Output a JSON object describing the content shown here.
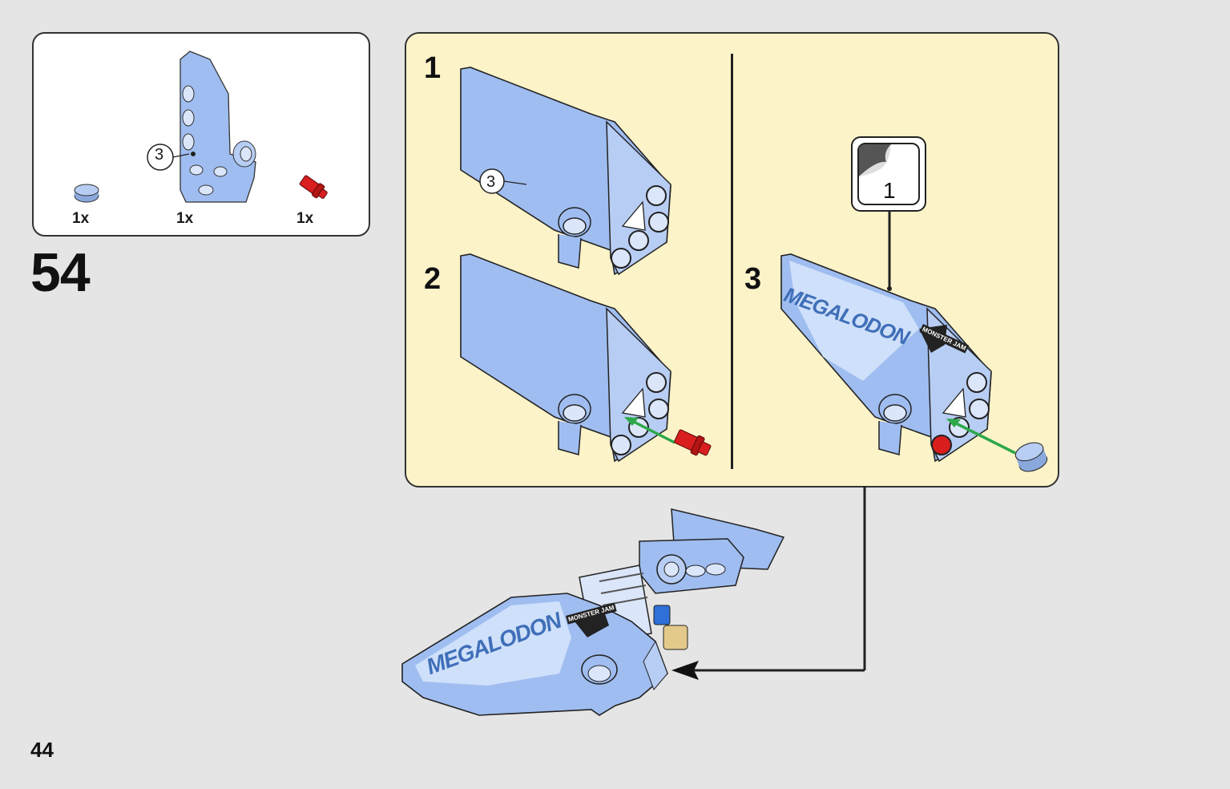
{
  "parts": [
    {
      "name": "round-tile",
      "qty": "1x"
    },
    {
      "name": "panel",
      "qty": "1x"
    },
    {
      "name": "pin",
      "qty": "1x"
    }
  ],
  "parts_callout_label": "3",
  "step": {
    "number": "54",
    "page": "44"
  },
  "substeps": [
    {
      "num": "1",
      "callout": "3"
    },
    {
      "num": "2"
    },
    {
      "num": "3",
      "sticker": "1"
    }
  ],
  "brand_text": "MEGALODON",
  "logo_text": "MONSTER JAM",
  "colors": {
    "part_blue": "#9fbdf0",
    "callout_bg": "#fdf3c9",
    "pin_red": "#d81e1e",
    "arrow_green": "#2ea84a",
    "tan": "#e3c98a"
  }
}
